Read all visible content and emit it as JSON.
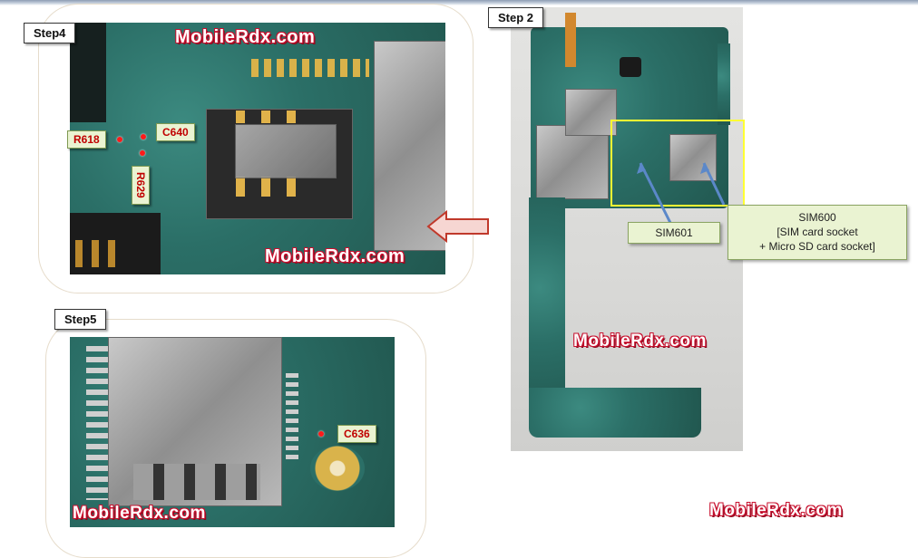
{
  "step4": {
    "label": "Step4",
    "watermark_top": "MobileRdx.com",
    "watermark_bottom": "MobileRdx.com",
    "tags": {
      "r618": "R618",
      "c640": "C640",
      "r629": "R629"
    }
  },
  "step2": {
    "label": "Step 2",
    "watermark": "MobileRdx.com",
    "sim601": "SIM601",
    "sim600": {
      "line1": "SIM600",
      "line2": "[SIM card socket",
      "line3": "+ Micro SD card socket]"
    }
  },
  "step5": {
    "label": "Step5",
    "watermark": "MobileRdx.com",
    "tags": {
      "c636": "C636"
    }
  },
  "footer_watermark": "MobileRdx.com",
  "colors": {
    "highlight": "#ffff33",
    "marker": "#ff1a1a",
    "arrow": "#c0392b",
    "tag_bg": "#eaf3d2"
  }
}
